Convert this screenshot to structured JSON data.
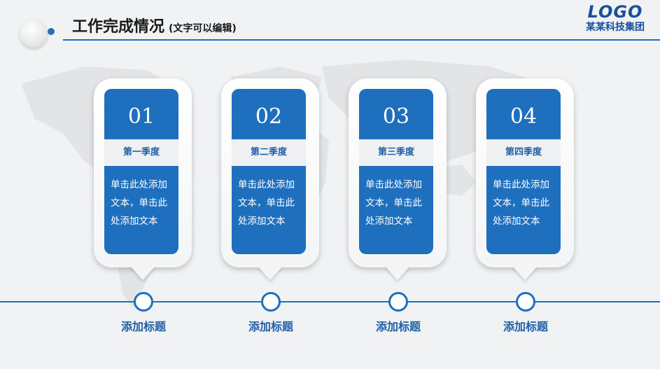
{
  "header": {
    "title": "工作完成情况",
    "subtitle": "(文字可以编辑)"
  },
  "logo": {
    "mark": "LOGO",
    "company": "某某科技集团"
  },
  "colors": {
    "accent": "#1f6fbf",
    "label_text": "#1f5fa8",
    "card_bg": "#ffffff",
    "background": "#f1f2f3"
  },
  "cards": [
    {
      "number": "01",
      "label": "第一季度",
      "text": "单击此处添加文本，单击此处添加文本"
    },
    {
      "number": "02",
      "label": "第二季度",
      "text": "单击此处添加文本，单击此处添加文本"
    },
    {
      "number": "03",
      "label": "第三季度",
      "text": "单击此处添加文本，单击此处添加文本"
    },
    {
      "number": "04",
      "label": "第四季度",
      "text": "单击此处添加文本，单击此处添加文本"
    }
  ],
  "timeline": {
    "titles": [
      "添加标题",
      "添加标题",
      "添加标题",
      "添加标题"
    ]
  }
}
